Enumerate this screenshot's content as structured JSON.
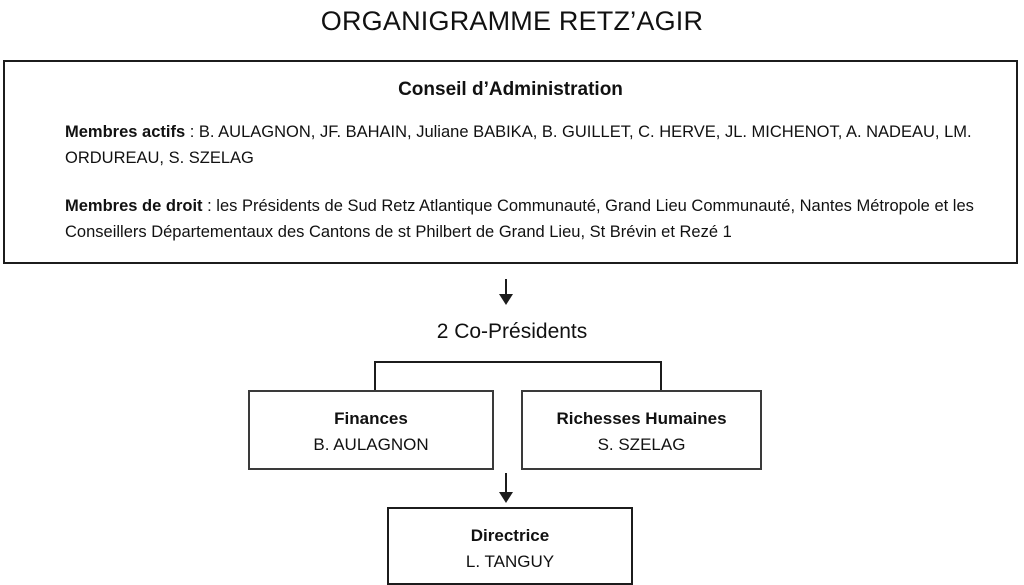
{
  "title": "ORGANIGRAMME RETZ’AGIR",
  "council": {
    "heading": "Conseil d’Administration",
    "active_members_label": "Membres actifs",
    "active_members_separator": " : ",
    "active_members_value": "B. AULAGNON, JF. BAHAIN, Juliane BABIKA, B. GUILLET, C. HERVE, JL. MICHENOT, A. NADEAU, LM. ORDUREAU, S. SZELAG",
    "ex_officio_label": "Membres de droit",
    "ex_officio_separator": " : ",
    "ex_officio_value": "les Présidents de Sud Retz Atlantique Communauté, Grand Lieu Communauté, Nantes Métropole et les Conseillers Départementaux des Cantons de st Philbert de Grand Lieu, St Brévin et Rezé 1"
  },
  "co_presidents": {
    "label": "2 Co-Présidents"
  },
  "units": [
    {
      "title": "Finances",
      "person": "B. AULAGNON"
    },
    {
      "title": "Richesses Humaines",
      "person": "S. SZELAG"
    }
  ],
  "director": {
    "title": "Directrice",
    "person": "L. TANGUY"
  },
  "colors": {
    "line": "#1c1c1c",
    "box_border": "#3a3a3a",
    "text": "#111111",
    "background": "#ffffff"
  }
}
